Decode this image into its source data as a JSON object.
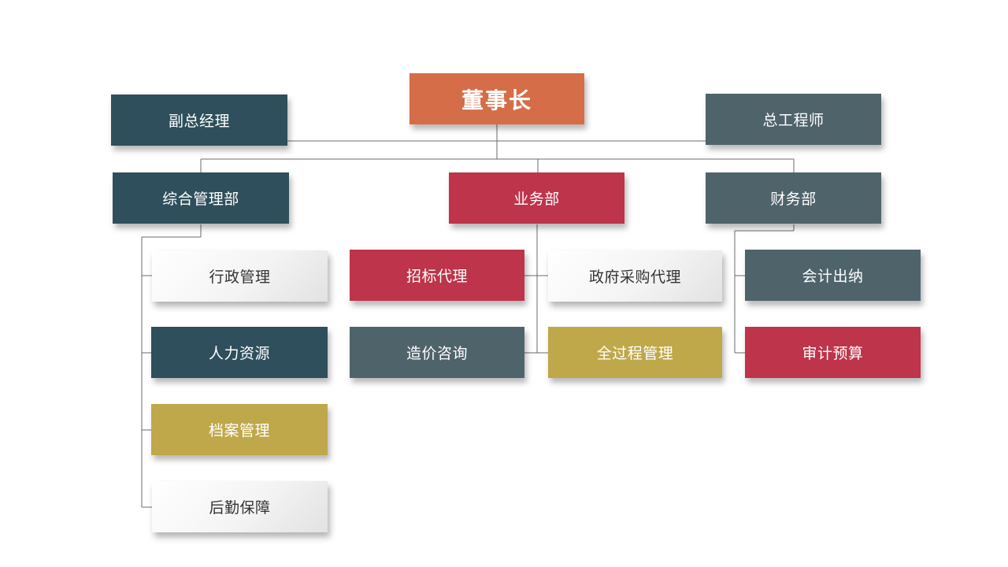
{
  "colors": {
    "orange": "#D56D48",
    "teal": "#2E4F5B",
    "slate": "#4F636B",
    "crimson": "#BE344A",
    "gold": "#BFA84A",
    "light": "#F2F2F2",
    "line": "#6B6B6B"
  },
  "org": {
    "chairman": "董事长",
    "vice_manager": "副总经理",
    "chief_engineer": "总工程师",
    "departments": {
      "general_mgmt": {
        "label": "综合管理部",
        "items": [
          "行政管理",
          "人力资源",
          "档案管理",
          "后勤保障"
        ]
      },
      "business": {
        "label": "业务部",
        "items": [
          "招标代理",
          "政府采购代理",
          "造价咨询",
          "全过程管理"
        ]
      },
      "finance": {
        "label": "财务部",
        "items": [
          "会计出纳",
          "审计预算"
        ]
      }
    }
  }
}
